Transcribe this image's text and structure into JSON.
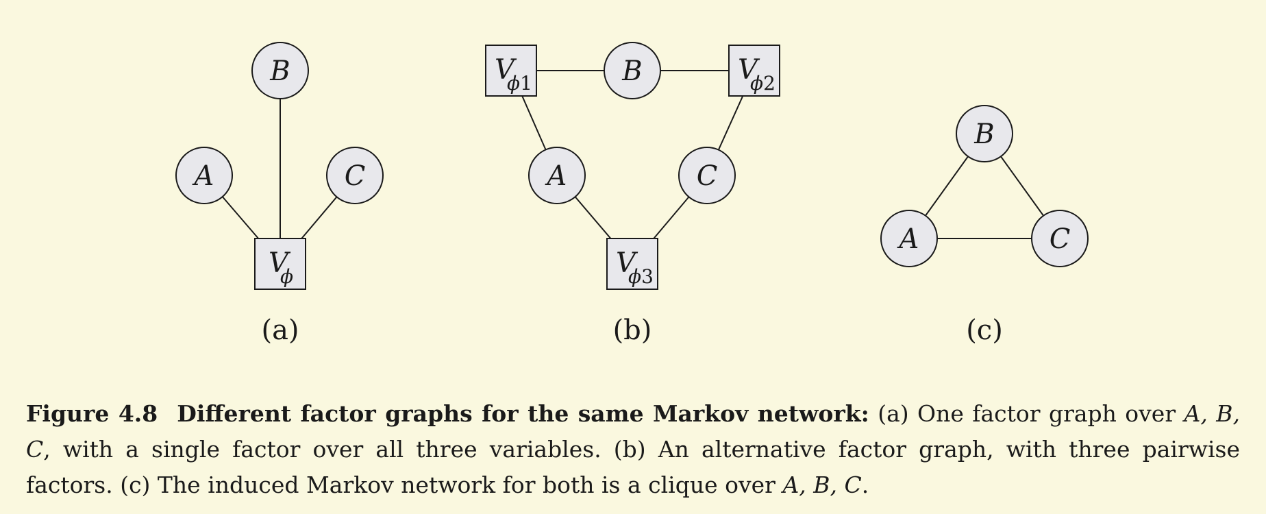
{
  "figure": {
    "panels": [
      {
        "id": "a",
        "label": "(a)",
        "nodes": [
          {
            "id": "B",
            "kind": "variable",
            "label": "B"
          },
          {
            "id": "A",
            "kind": "variable",
            "label": "A"
          },
          {
            "id": "C",
            "kind": "variable",
            "label": "C"
          },
          {
            "id": "Vphi",
            "kind": "factor",
            "label": "V",
            "sub": "ϕ",
            "sub_num": ""
          }
        ],
        "edges": [
          [
            "B",
            "Vphi"
          ],
          [
            "A",
            "Vphi"
          ],
          [
            "C",
            "Vphi"
          ]
        ]
      },
      {
        "id": "b",
        "label": "(b)",
        "nodes": [
          {
            "id": "V1",
            "kind": "factor",
            "label": "V",
            "sub": "ϕ",
            "sub_num": "1"
          },
          {
            "id": "B",
            "kind": "variable",
            "label": "B"
          },
          {
            "id": "V2",
            "kind": "factor",
            "label": "V",
            "sub": "ϕ",
            "sub_num": "2"
          },
          {
            "id": "A",
            "kind": "variable",
            "label": "A"
          },
          {
            "id": "C",
            "kind": "variable",
            "label": "C"
          },
          {
            "id": "V3",
            "kind": "factor",
            "label": "V",
            "sub": "ϕ",
            "sub_num": "3"
          }
        ],
        "edges": [
          [
            "V1",
            "B"
          ],
          [
            "B",
            "V2"
          ],
          [
            "V1",
            "A"
          ],
          [
            "V2",
            "C"
          ],
          [
            "A",
            "V3"
          ],
          [
            "C",
            "V3"
          ]
        ]
      },
      {
        "id": "c",
        "label": "(c)",
        "nodes": [
          {
            "id": "B",
            "kind": "variable",
            "label": "B"
          },
          {
            "id": "A",
            "kind": "variable",
            "label": "A"
          },
          {
            "id": "C",
            "kind": "variable",
            "label": "C"
          }
        ],
        "edges": [
          [
            "A",
            "B"
          ],
          [
            "B",
            "C"
          ],
          [
            "A",
            "C"
          ]
        ]
      }
    ]
  },
  "caption": {
    "label": "Figure 4.8",
    "title": "Different factor graphs for the same Markov network:",
    "text_1": " (a) One factor graph over ",
    "vars_1": "A, B, C",
    "text_2": ", with a single factor over all three variables. (b) An alternative factor graph, with three pairwise factors. (c) The induced Markov network for both is a clique over ",
    "vars_2": "A, B, C",
    "text_3": "."
  }
}
